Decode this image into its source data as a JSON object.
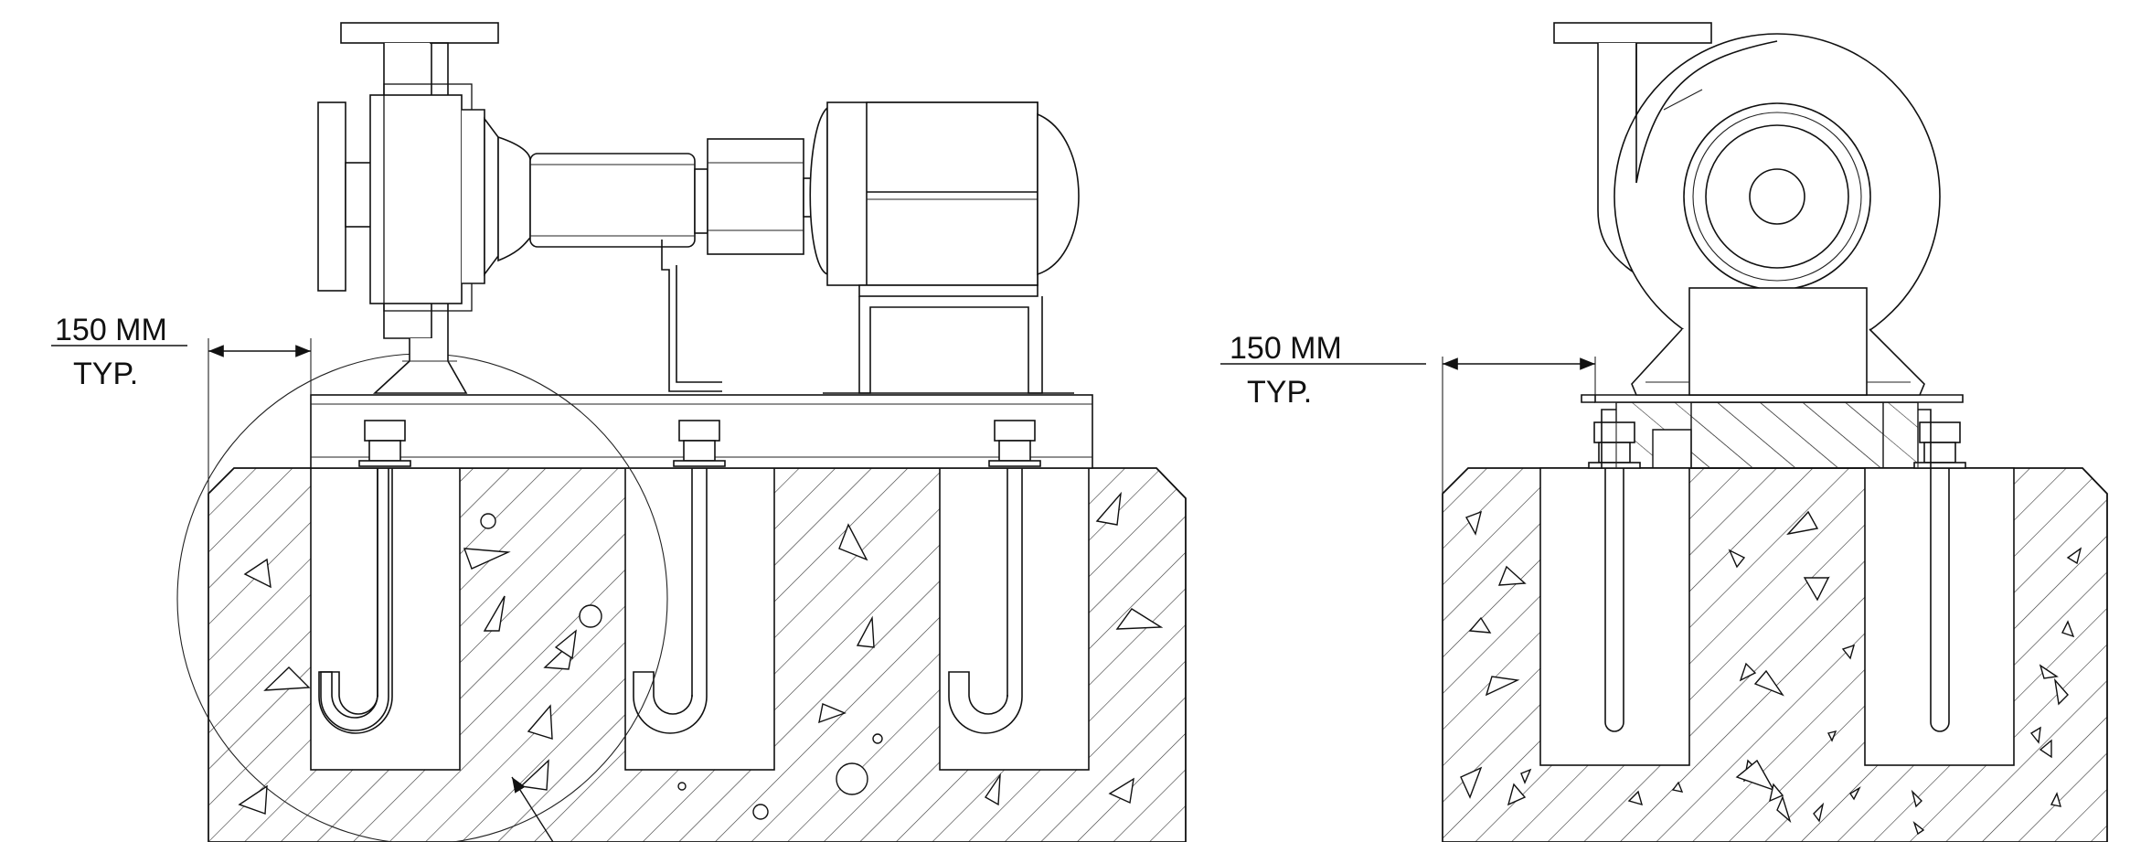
{
  "dimensions": [
    {
      "value": "150 MM",
      "note": "TYP."
    },
    {
      "value": "150 MM",
      "note": "TYP."
    }
  ],
  "colors": {
    "line": "#111111",
    "background": "#ffffff"
  }
}
